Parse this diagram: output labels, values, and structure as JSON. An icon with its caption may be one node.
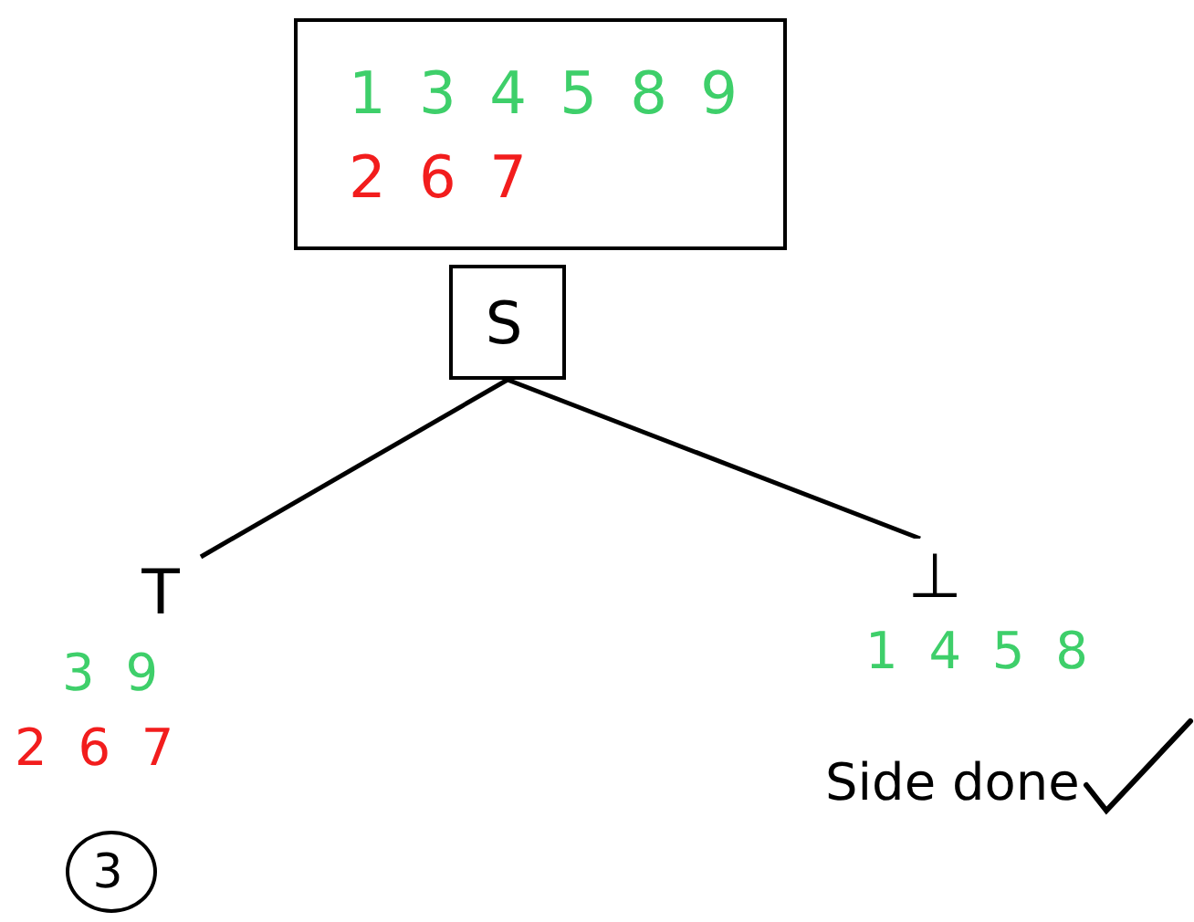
{
  "diagram": {
    "nodes": [
      {
        "text": [
          "1 3 4 5 8 9",
          "2 6 7"
        ]
      },
      {
        "text": [
          "S"
        ]
      },
      {
        "text": [
          "T"
        ],
        "beside": [
          "3 9",
          "2 6 7"
        ]
      },
      {
        "text": [
          "⊥"
        ],
        "beside": [
          "1 4 5 8"
        ]
      },
      {
        "text": [
          "3"
        ]
      }
    ],
    "edges": [
      {
        "from": 1,
        "to": 2,
        "arrow": "none"
      },
      {
        "from": 1,
        "to": 3,
        "arrow": "none"
      }
    ],
    "labels": [
      "Side done"
    ]
  }
}
